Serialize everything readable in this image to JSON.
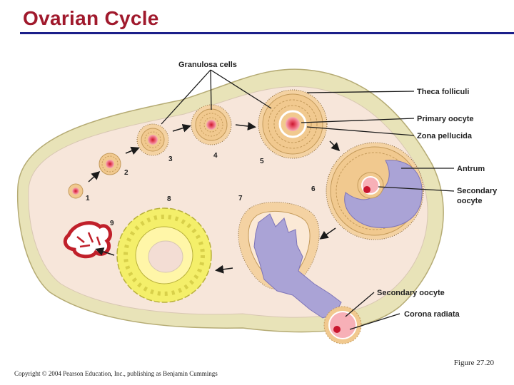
{
  "slide": {
    "title": "Ovarian Cycle",
    "figure_caption": "Figure 27.20",
    "copyright": "Copyright © 2004 Pearson Education, Inc., publishing as Benjamin Cummings"
  },
  "labels": {
    "granulosa_cells": "Granulosa cells",
    "theca_folliculi": "Theca folliculi",
    "primary_oocyte": "Primary oocyte",
    "zona_pellucida": "Zona pellucida",
    "antrum": "Antrum",
    "secondary_oocyte_line1": "Secondary",
    "secondary_oocyte_line2": "oocyte",
    "secondary_oocyte_bottom": "Secondary oocyte",
    "corona_radiata": "Corona radiata"
  },
  "stages": [
    "1",
    "2",
    "3",
    "4",
    "5",
    "6",
    "7",
    "8",
    "9"
  ],
  "colors": {
    "title": "#a0192c",
    "rule": "#1b1f8a",
    "ovary_outer": "#e8e3b8",
    "ovary_inner": "#f7e6da",
    "granulosa": "#f1c98f",
    "oocyte": "#e9556a",
    "antrum": "#aaa3d6",
    "corpus_luteum": "#f4ef6a",
    "corpus_albicans": "#c0202a"
  }
}
